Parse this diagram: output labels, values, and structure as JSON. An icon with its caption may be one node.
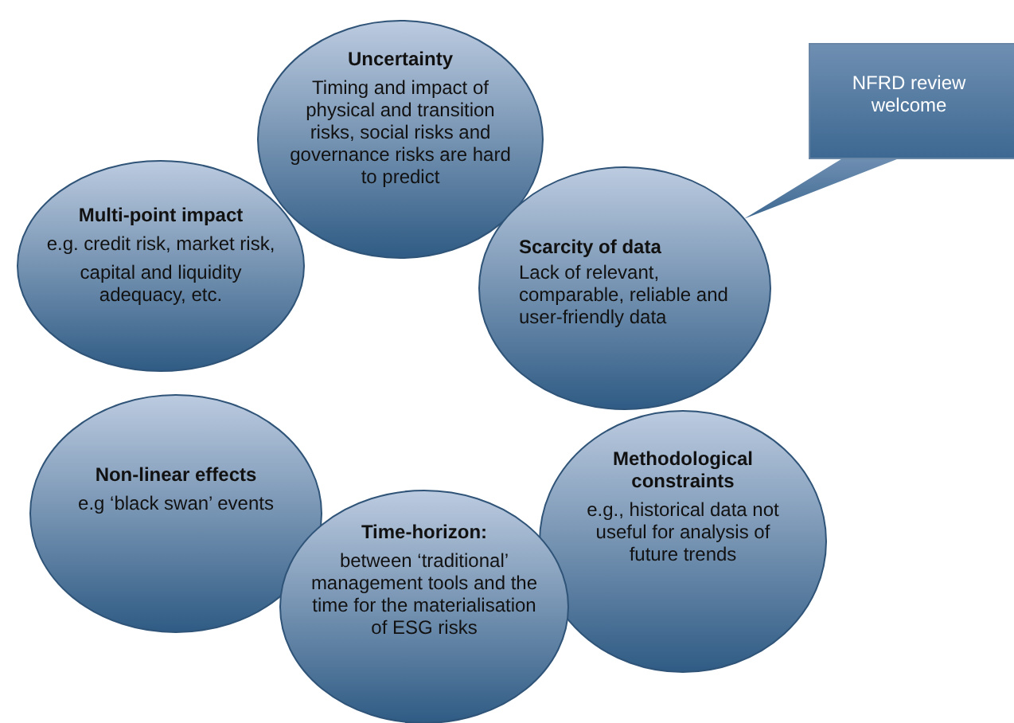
{
  "diagram": {
    "nodes": [
      {
        "text": [
          "Uncertainty",
          "Timing and impact of physical and transition risks, social risks and governance risks are hard to predict"
        ]
      },
      {
        "text": [
          "NFRD review welcome"
        ]
      },
      {
        "text": [
          "Multi-point impact",
          "e.g. credit risk, market risk,",
          "capital and liquidity adequacy, etc."
        ]
      },
      {
        "text": [
          "Scarcity of data",
          "Lack of relevant, comparable, reliable and user-friendly data"
        ]
      },
      {
        "text": [
          "Non-linear effects",
          "e.g ‘black swan’ events"
        ]
      },
      {
        "text": [
          "Methodological constraints",
          "e.g., historical data not useful for analysis of future trends"
        ]
      },
      {
        "text": [
          "Time-horizon:",
          "between ‘traditional’ management tools and the time for the materialisation of ESG risks"
        ]
      }
    ],
    "edges": [
      {
        "from": 1,
        "to": 3,
        "arrow": "none"
      }
    ]
  }
}
